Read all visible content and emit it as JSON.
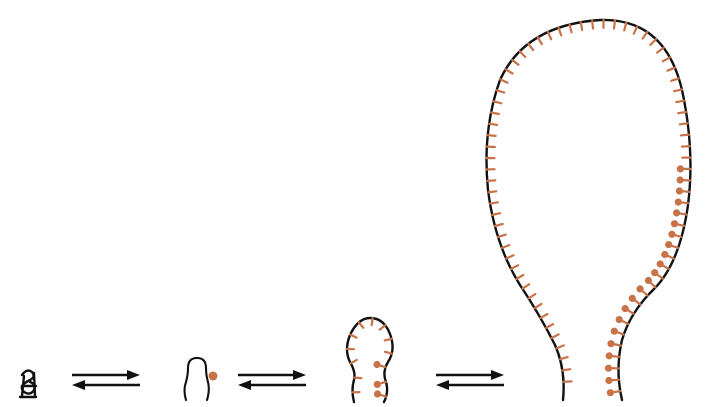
{
  "colors": {
    "strand": "#111111",
    "side_group": "#c87247",
    "background": "#ffffff"
  },
  "diagram": {
    "stages": [
      {
        "name": "compact-coil",
        "description_visible": false
      },
      {
        "name": "small-hairpin",
        "description_visible": false
      },
      {
        "name": "medium-loop",
        "description_visible": false
      },
      {
        "name": "large-loop",
        "description_visible": false
      }
    ],
    "equilibrium_arrows": [
      {
        "from": "compact-coil",
        "to": "small-hairpin",
        "type": "reversible"
      },
      {
        "from": "small-hairpin",
        "to": "medium-loop",
        "type": "reversible"
      },
      {
        "from": "medium-loop",
        "to": "large-loop",
        "type": "reversible"
      }
    ]
  }
}
